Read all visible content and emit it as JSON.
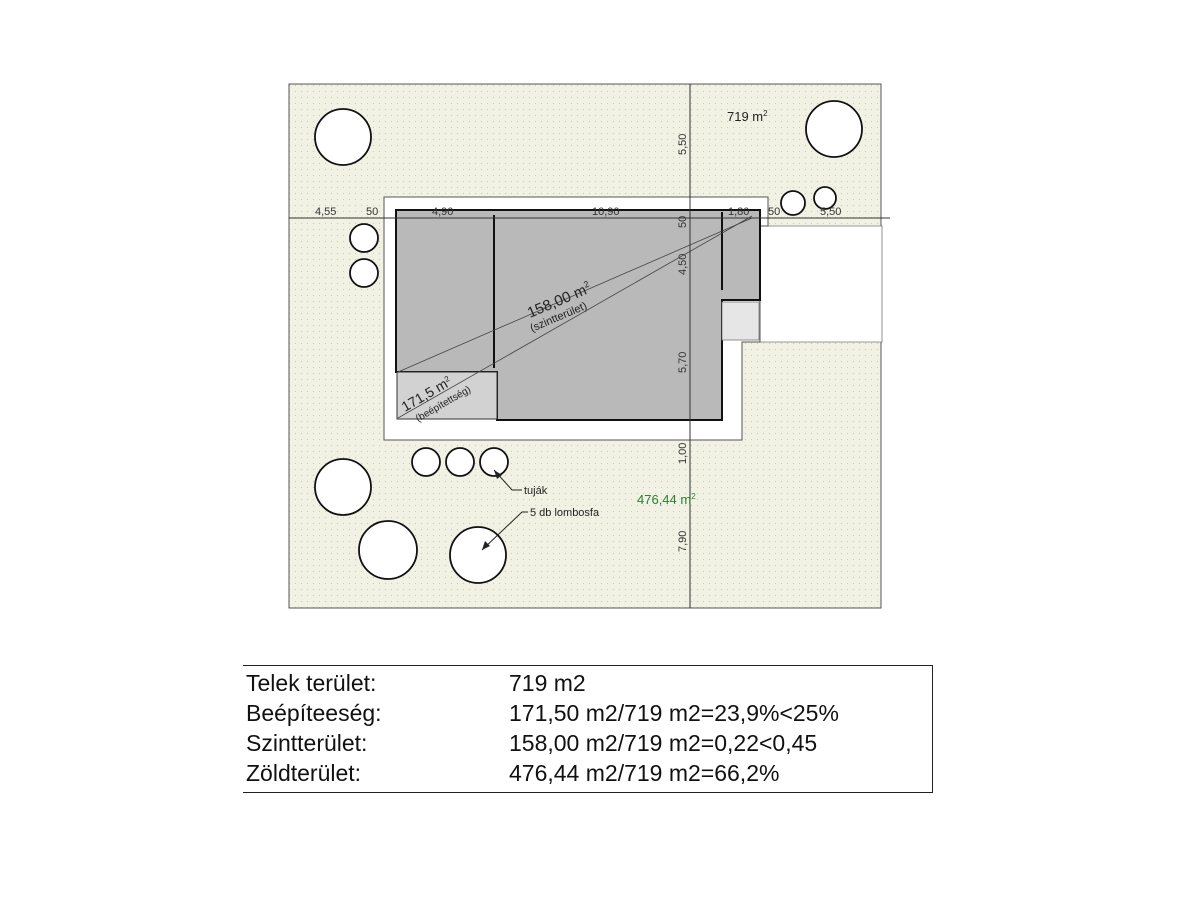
{
  "plot": {
    "area_label": "719 m",
    "area_sup": "2",
    "green_label": "476,44 m",
    "green_sup": "2",
    "floor_label": "158,00 m",
    "floor_sup": "2",
    "floor_sub": "(szintterület)",
    "built_label": "171,5 m",
    "built_sup": "2",
    "built_sub": "(beépítettség)",
    "callout_tujak": "tuják",
    "callout_trees": "5 db lombosfa",
    "dims": {
      "left_gap": "4,55",
      "left_50": "50",
      "seg_490": "4,90",
      "seg_1090": "10,90",
      "right_50": "50",
      "seg_180": "1,80",
      "right_50b": "50",
      "right_550": "5,50",
      "top_550": "5,50",
      "v_450": "4,50",
      "v_570": "5,70",
      "v_100": "1,00",
      "v_790": "7,90"
    },
    "colors": {
      "lawn": "#f1f2e4",
      "building": "#b9b9b9",
      "green_text": "#2e7d32"
    }
  },
  "summary": {
    "rows": [
      {
        "label": "Telek terület:",
        "value": "719 m2"
      },
      {
        "label": "Beépíteeség:",
        "value": "171,50 m2/719 m2=23,9%<25%"
      },
      {
        "label": "Szintterület:",
        "value": "158,00 m2/719 m2=0,22<0,45"
      },
      {
        "label": "Zöldterület:",
        "value": "476,44 m2/719 m2=66,2%"
      }
    ]
  }
}
